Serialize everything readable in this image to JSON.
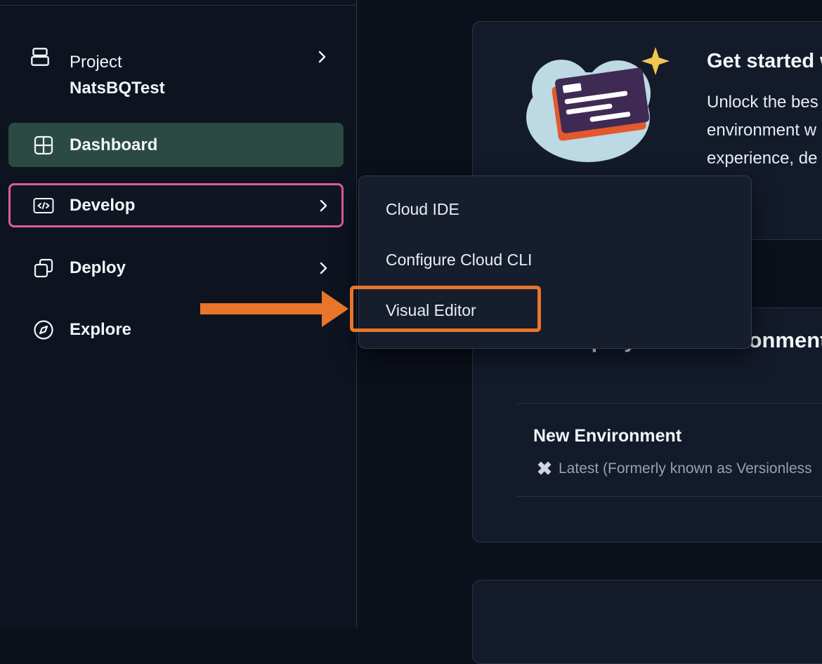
{
  "sidebar": {
    "project": {
      "label": "Project",
      "name": "NatsBQTest"
    },
    "items": [
      {
        "label": "Dashboard",
        "state": "active"
      },
      {
        "label": "Develop",
        "state": "focused"
      },
      {
        "label": "Deploy",
        "state": "default"
      },
      {
        "label": "Explore",
        "state": "default"
      }
    ]
  },
  "menu": {
    "items": [
      "Cloud IDE",
      "Configure Cloud CLI",
      "Visual Editor"
    ]
  },
  "main": {
    "get_started": {
      "title": "Get started w",
      "lines": [
        "Unlock the bes",
        "environment w",
        "experience, de"
      ]
    },
    "environments": {
      "heading": "Deployment Environments",
      "new_env_title": "New Environment",
      "new_env_subtitle": "Latest (Formerly known as Versionless"
    }
  },
  "colors": {
    "accent_orange": "#e8752a",
    "accent_pink": "#df5a9c",
    "active_teal": "#2b4a42",
    "background": "#0b101b",
    "card": "#131a2a",
    "menu_panel": "#161d2d"
  }
}
